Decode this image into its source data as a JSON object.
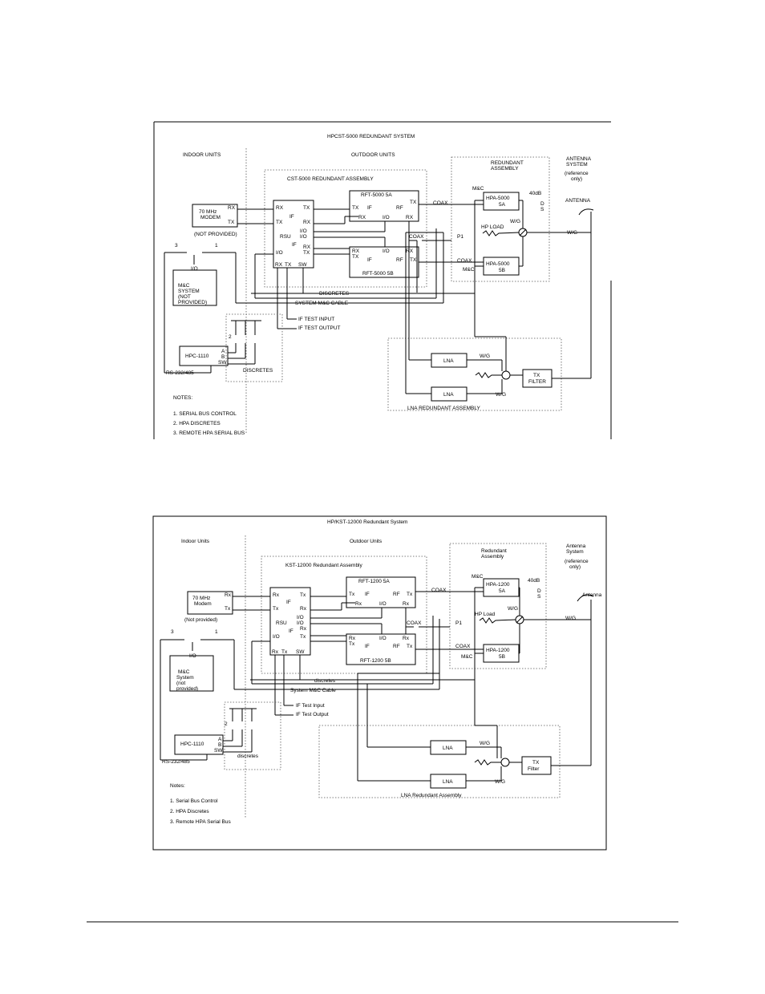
{
  "diagram1": {
    "title": "HPCST-5000 REDUNDANT SYSTEM",
    "indoor": "INDOOR UNITS",
    "outdoor": "OUTDOOR UNITS",
    "cst_assembly": "CST-5000 REDUNDANT ASSEMBLY",
    "redundant_assembly": [
      "REDUNDANT",
      "ASSEMBLY"
    ],
    "antenna_system": [
      "ANTENNA",
      "SYSTEM"
    ],
    "reference_only": [
      "(reference",
      "only)"
    ],
    "antenna": "ANTENNA",
    "modem": [
      "70 MHz",
      "MODEM"
    ],
    "modem_note": "(NOT PROVIDED)",
    "mc_system": [
      "M&C",
      "SYSTEM",
      "(NOT",
      "PROVIDED)"
    ],
    "rft_a": "RFT-5000 5A",
    "rft_b": "RFT-5000 5B",
    "hpa_a": [
      "HPA-5000",
      "5A"
    ],
    "hpa_b": [
      "HPA-5000",
      "5B"
    ],
    "hp_load": "HP LOAD",
    "db40": "40dB",
    "ds": [
      "D",
      "S"
    ],
    "wg": "W/G",
    "mc": "M&C",
    "coax": "COAX",
    "p1": "P1",
    "discretes": "DISCRETES",
    "system_mc_cable": "SYSTEM M&C CABLE",
    "if_test_input": "IF TEST INPUT",
    "if_test_output": "IF TEST OUTPUT",
    "hpc": "HPC-1110",
    "discretes2": "DISCRETES",
    "rs232": "RS-232/485",
    "lna": "LNA",
    "tx_filter": [
      "TX",
      "FILTER"
    ],
    "lna_assembly": "LNA REDUNDANT    ASSEMBLY",
    "notes_title": "NOTES:",
    "notes": [
      "1. SERIAL BUS CONTROL",
      "2. HPA DISCRETES",
      "3. REMOTE HPA SERIAL BUS"
    ]
  },
  "diagram2": {
    "title": "HP/KST-12000 Redundant System",
    "indoor": "Indoor Units",
    "outdoor": "Outdoor Units",
    "cst_assembly": "KST-12000 Redundant Assembly",
    "redundant_assembly": [
      "Redundant",
      "Assembly"
    ],
    "antenna_system": [
      "Antenna",
      "System"
    ],
    "reference_only": [
      "(reference",
      "only)"
    ],
    "antenna": "Antenna",
    "modem": [
      "70 MHz",
      "Modem"
    ],
    "modem_note": "(Not provided)",
    "mc_system": [
      "M&C",
      "System",
      "(not",
      "provided)"
    ],
    "rft_a": "RFT-1200 5A",
    "rft_b": "RFT-1200 5B",
    "hpa_a": [
      "HPA-1200",
      "5A"
    ],
    "hpa_b": [
      "HPA-1200",
      "5B"
    ],
    "hp_load": "HP Load",
    "db40": "40dB",
    "ds": [
      "D",
      "S"
    ],
    "wg": "W/G",
    "mc": "M&C",
    "coax": "COAX",
    "p1": "P1",
    "discretes": "discretes",
    "system_mc_cable": "System M&C Cable",
    "if_test_input": "IF Test Input",
    "if_test_output": "IF Test Output",
    "hpc": "HPC-1110",
    "discretes2": "discretes",
    "rs232": "RS-232/485",
    "lna": "LNA",
    "tx_filter": [
      "TX",
      "Filter"
    ],
    "lna_assembly": "LNA Redundant    Assembly",
    "notes_title": "Notes:",
    "notes": [
      "1. Serial Bus Control",
      "2. HPA Discretes",
      "3. Remote HPA Serial Bus"
    ]
  },
  "common": {
    "rx": "RX",
    "tx": "TX",
    "rx_lc": "Rx",
    "tx_lc": "Tx",
    "if": "IF",
    "rf": "RF",
    "io": "I/O",
    "rsu": "RSU",
    "sw": "SW",
    "a": "A",
    "b": "B",
    "n1": "1",
    "n2": "2",
    "n3": "3"
  }
}
